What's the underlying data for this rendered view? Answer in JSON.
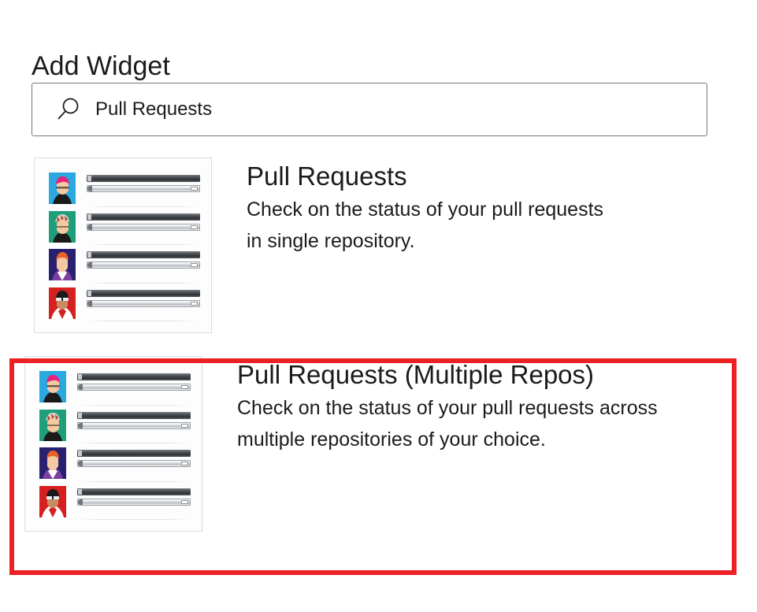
{
  "page": {
    "title": "Add Widget"
  },
  "search": {
    "value": "Pull Requests",
    "placeholder": "Search widgets",
    "icon": "search-icon"
  },
  "widgets": [
    {
      "title": "Pull Requests",
      "description": "Check on the status of your pull requests in single repository.",
      "selected": false,
      "preview": {
        "rows": [
          {
            "avatar_bg": "#29a9e0",
            "avatar_hair": "#e5227e",
            "avatar_skin": "#f4c8a0",
            "avatar_body": "#1a1a1a"
          },
          {
            "avatar_bg": "#1f9e7c",
            "avatar_hair": "#d9d2c8",
            "avatar_skin": "#f4c8a0",
            "avatar_body": "#1a1a1a"
          },
          {
            "avatar_bg": "#2a2070",
            "avatar_hair": "#e8622a",
            "avatar_skin": "#f4c8a0",
            "avatar_body": "#7b3fa0"
          },
          {
            "avatar_bg": "#d62020",
            "avatar_hair": "#1a1a1a",
            "avatar_skin": "#c98b63",
            "avatar_body": "#ffffff"
          }
        ]
      }
    },
    {
      "title": "Pull Requests (Multiple Repos)",
      "description": "Check on the status of your pull requests across multiple repositories of your choice.",
      "selected": true,
      "preview": {
        "rows": [
          {
            "avatar_bg": "#29a9e0",
            "avatar_hair": "#e5227e",
            "avatar_skin": "#f4c8a0",
            "avatar_body": "#1a1a1a"
          },
          {
            "avatar_bg": "#1f9e7c",
            "avatar_hair": "#d9d2c8",
            "avatar_skin": "#f4c8a0",
            "avatar_body": "#1a1a1a"
          },
          {
            "avatar_bg": "#2a2070",
            "avatar_hair": "#e8622a",
            "avatar_skin": "#f4c8a0",
            "avatar_body": "#7b3fa0"
          },
          {
            "avatar_bg": "#d62020",
            "avatar_hair": "#1a1a1a",
            "avatar_skin": "#c98b63",
            "avatar_body": "#ffffff"
          }
        ]
      }
    }
  ],
  "colors": {
    "highlight": "#ed2024",
    "search_border": "#767676",
    "thumb_border": "#dcdcdc",
    "text": "#1b1b1b"
  }
}
